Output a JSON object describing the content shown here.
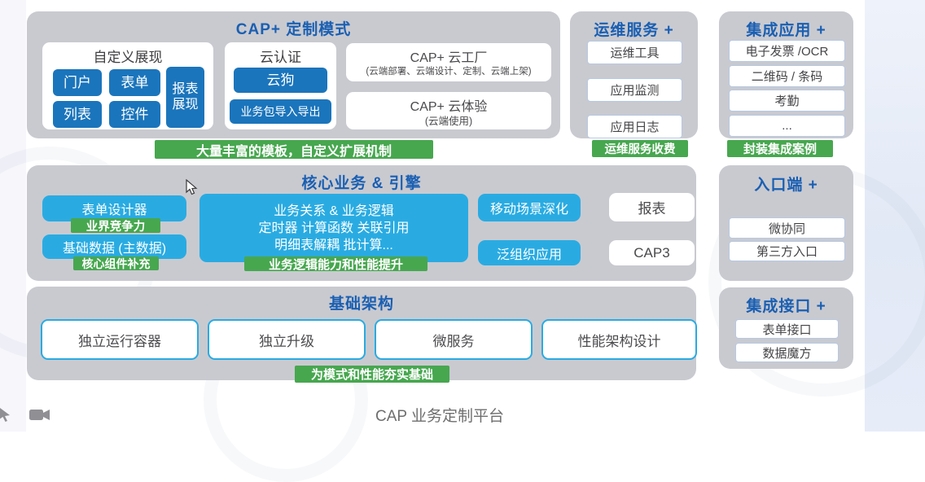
{
  "custom_mode": {
    "title": "CAP+ 定制模式",
    "custom_display": {
      "title": "自定义展现",
      "buttons": [
        "门户",
        "表单",
        "列表",
        "控件"
      ],
      "tall_button": "报表展现"
    },
    "cloud_auth": {
      "title": "云认证",
      "buttons": [
        "云狗",
        "业务包导入导出"
      ]
    },
    "cloud_factory": {
      "title": "CAP+ 云工厂",
      "subtitle": "(云端部署、云端设计、定制、云端上架)"
    },
    "cloud_experience": {
      "title": "CAP+ 云体验",
      "subtitle": "(云端使用)"
    },
    "tagline": "大量丰富的模板，自定义扩展机制"
  },
  "ops_service": {
    "title": "运维服务 +",
    "items": [
      "运维工具",
      "应用监测",
      "应用日志"
    ],
    "tagline": "运维服务收费"
  },
  "integrated_apps": {
    "title": "集成应用 +",
    "items": [
      "电子发票 /OCR",
      "二维码 / 条码",
      "考勤",
      "..."
    ],
    "tagline": "封装集成案例"
  },
  "core_business": {
    "title": "核心业务 & 引擎",
    "form_designer": "表单设计器",
    "form_designer_tag": "业界竞争力",
    "base_data": "基础数据 (主数据)",
    "base_data_tag": "核心组件补充",
    "logic_engine": {
      "line1": "业务关系 & 业务逻辑",
      "line2": "定时器 计算函数 关联引用",
      "line3": "明细表解耦 批计算..."
    },
    "logic_engine_tag": "业务逻辑能力和性能提升",
    "mobile_deepening": "移动场景深化",
    "pan_org_app": "泛组织应用",
    "report": "报表",
    "cap3": "CAP3"
  },
  "entry": {
    "title": "入口端 +",
    "items": [
      "微协同",
      "第三方入口"
    ]
  },
  "infrastructure": {
    "title": "基础架构",
    "items": [
      "独立运行容器",
      "独立升级",
      "微服务",
      "性能架构设计"
    ],
    "tagline": "为模式和性能夯实基础"
  },
  "integration_api": {
    "title": "集成接口 +",
    "items": [
      "表单接口",
      "数据魔方"
    ]
  },
  "footer": {
    "title": "CAP 业务定制平台"
  },
  "colors": {
    "panel_gray": "#c9cad0",
    "header_blue": "#1a5fb2",
    "dark_blue": "#1b75bc",
    "cyan": "#29abe2",
    "green": "#47a74f"
  }
}
